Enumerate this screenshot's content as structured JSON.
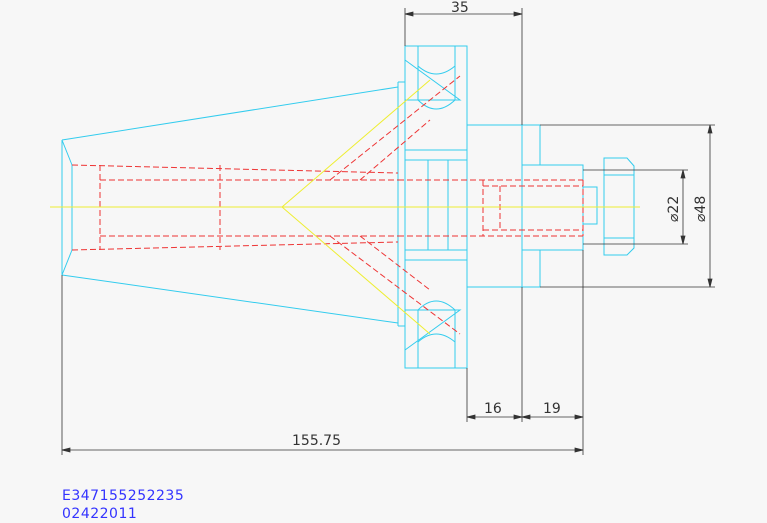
{
  "drawing": {
    "colors": {
      "background": "#f7f7f7",
      "outline": "#33ccee",
      "hidden": "#ee3333",
      "center": "#eeee33",
      "dimension": "#333333",
      "code": "#3333ff"
    },
    "dimensions": {
      "flange_width": "35",
      "pilot_length": "16",
      "retention_length": "19",
      "overall_length": "155.75",
      "dia_small": "⌀22",
      "dia_large": "⌀48"
    },
    "part_code": {
      "line1": "E347155252235",
      "line2": "02422011"
    }
  }
}
